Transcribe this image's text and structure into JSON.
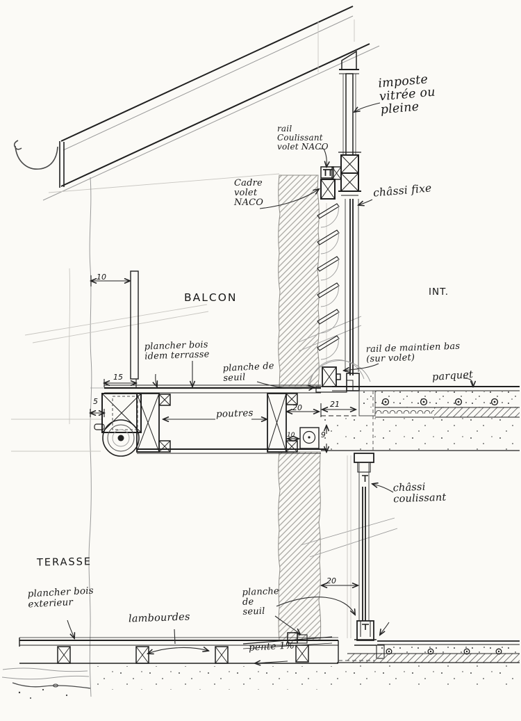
{
  "sketch": {
    "type": "architectural-section-detail-sketch",
    "areas": {
      "balcony": "BALCON",
      "interior": "INT.",
      "terrace": "TERASSE"
    },
    "labels": {
      "imposte": "imposte\nvitrée ou\npleine",
      "rail_volet": "rail\nCoulissant\nvolet NACO",
      "cadre_volet": "Cadre\nvolet\nNACO",
      "chassi_fixe": "châssi fixe",
      "plancher_idem": "plancher bois\nidem terrasse",
      "planche_seuil_haut": "planche de\n      seuil",
      "rail_maintien": "rail de maintien bas\n(sur volet)",
      "parquet": "parquet",
      "poutres": "poutres",
      "chassi_coulissant": "châssi\ncoulissant",
      "plancher_ext": "plancher bois\n  exterieur",
      "lambourdes": "lambourdes",
      "pente": "pente 1%",
      "planche_seuil_bas": "planche\n   de\nseuil"
    },
    "dimensions": {
      "railing_thickness": "10",
      "edge_beam_width": "15",
      "edge_offset": "5",
      "balcony_wall_gap": "20",
      "slab_edge": "21",
      "joist_small": "10",
      "beam_height": "9",
      "door_wall_gap": "20"
    },
    "colors": {
      "ink": "#1f1f1f",
      "pencil": "#9a9a9a",
      "paper": "#fbfaf6"
    }
  }
}
